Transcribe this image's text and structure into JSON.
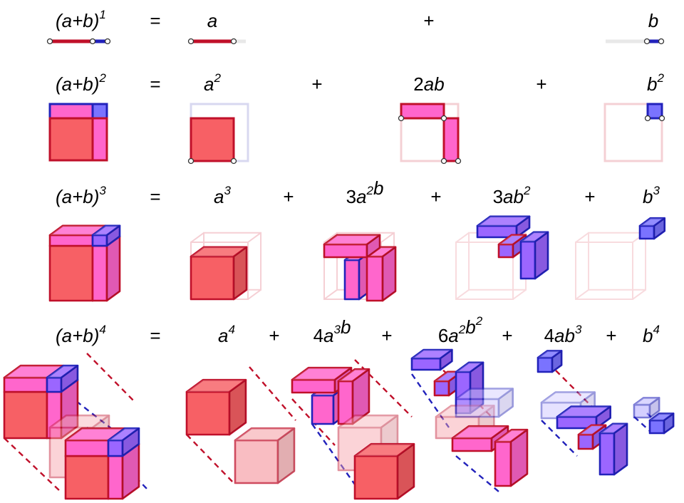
{
  "colors": {
    "red_fill": "#f76065",
    "red_stroke": "#c0102a",
    "pink_fill": "#ff66cc",
    "purple_fill": "#9b66ff",
    "blue_fill": "#7a73ff",
    "blue_stroke": "#2222bb",
    "ghost_red": "#f2b8bb",
    "ghost_blue": "#c8c8f4"
  },
  "operators": {
    "equals": "=",
    "plus": "+"
  },
  "rows": [
    {
      "lhs": {
        "base": "(a+b)",
        "exp": "1"
      },
      "terms": [
        {
          "coef": "",
          "parts": [
            {
              "v": "a",
              "e": ""
            }
          ]
        },
        {
          "coef": "",
          "parts": [
            {
              "v": "b",
              "e": ""
            }
          ]
        }
      ]
    },
    {
      "lhs": {
        "base": "(a+b)",
        "exp": "2"
      },
      "terms": [
        {
          "coef": "",
          "parts": [
            {
              "v": "a",
              "e": "2"
            }
          ]
        },
        {
          "coef": "2",
          "parts": [
            {
              "v": "ab",
              "e": ""
            }
          ]
        },
        {
          "coef": "",
          "parts": [
            {
              "v": "b",
              "e": "2"
            }
          ]
        }
      ]
    },
    {
      "lhs": {
        "base": "(a+b)",
        "exp": "3"
      },
      "terms": [
        {
          "coef": "",
          "parts": [
            {
              "v": "a",
              "e": "3"
            }
          ]
        },
        {
          "coef": "3",
          "parts": [
            {
              "v": "a",
              "e": "2"
            },
            {
              "v": "b",
              "e": ""
            }
          ]
        },
        {
          "coef": "3",
          "parts": [
            {
              "v": "ab",
              "e": "2"
            }
          ]
        },
        {
          "coef": "",
          "parts": [
            {
              "v": "b",
              "e": "3"
            }
          ]
        }
      ]
    },
    {
      "lhs": {
        "base": "(a+b)",
        "exp": "4"
      },
      "terms": [
        {
          "coef": "",
          "parts": [
            {
              "v": "a",
              "e": "4"
            }
          ]
        },
        {
          "coef": "4",
          "parts": [
            {
              "v": "a",
              "e": "3"
            },
            {
              "v": "b",
              "e": ""
            }
          ]
        },
        {
          "coef": "6",
          "parts": [
            {
              "v": "a",
              "e": "2"
            },
            {
              "v": "b",
              "e": "2"
            }
          ]
        },
        {
          "coef": "4",
          "parts": [
            {
              "v": "ab",
              "e": "3"
            }
          ]
        },
        {
          "coef": "",
          "parts": [
            {
              "v": "b",
              "e": "4"
            }
          ]
        }
      ]
    }
  ]
}
